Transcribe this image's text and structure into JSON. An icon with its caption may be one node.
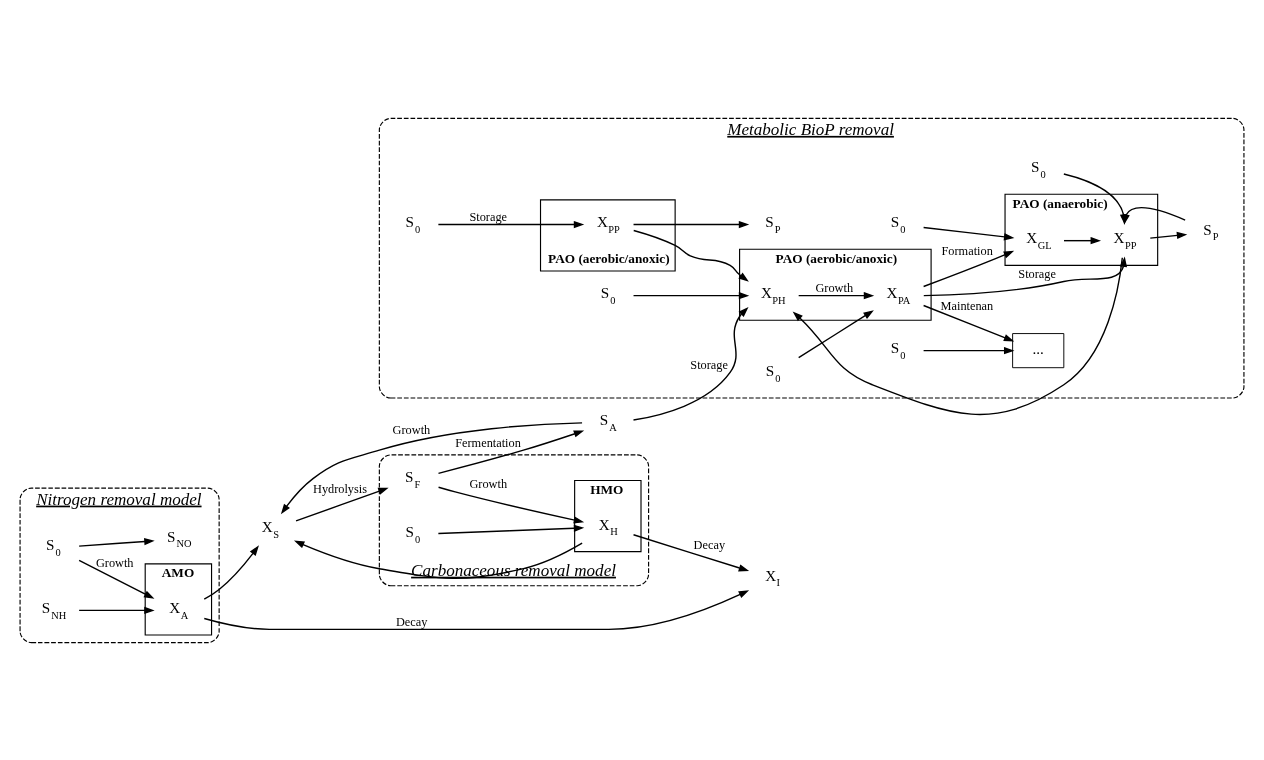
{
  "diagram": {
    "nodes": [
      {
        "text": [
          "Nitrogen removal model"
        ]
      },
      {
        "text": [
          "AMO"
        ],
        "in": 0
      },
      {
        "text": [
          "S$_{0}$"
        ],
        "in": 0
      },
      {
        "text": [
          "S$_{NH}$"
        ],
        "in": 0
      },
      {
        "text": [
          "S$_{NO}$"
        ],
        "in": 0
      },
      {
        "text": [
          "X$_{A}$"
        ],
        "in": 1
      },
      {
        "text": [
          "Carbonaceous removal model"
        ]
      },
      {
        "text": [
          "HMO"
        ],
        "in": 6
      },
      {
        "text": [
          "X$_{H}$"
        ],
        "in": 7
      },
      {
        "text": [
          "S$_{0}$"
        ],
        "in": 6
      },
      {
        "text": [
          "S$_{F}$"
        ],
        "in": 6
      },
      {
        "text": [
          "S$_{A}$"
        ]
      },
      {
        "text": [
          "X$_{I}$"
        ]
      },
      {
        "text": [
          "X$_{S}$"
        ]
      },
      {
        "text": [
          "Metabolic BioP removal"
        ]
      },
      {
        "text": [
          "PAO (anaerobic)"
        ],
        "in": 14
      },
      {
        "text": [
          "X$_{PP}$"
        ],
        "in": 15
      },
      {
        "text": [
          "X$_{GL}$"
        ],
        "in": 15
      },
      {
        "text": [
          "S$_{P}$"
        ],
        "in": 14
      },
      {
        "text": [
          "S$_{0}$"
        ],
        "in": 14
      },
      {
        "text": [
          "PAO (aerobic/anoxic)"
        ],
        "in": 14
      },
      {
        "text": [
          "X$_{PH}$"
        ],
        "in": 20
      },
      {
        "text": [
          "X$_{PA}$"
        ],
        "in": 20
      },
      {
        "text": [
          "S$_{0}$"
        ],
        "in": 14
      },
      {
        "text": [
          "S$_{0}$"
        ],
        "in": 14
      },
      {
        "text": [
          "..."
        ],
        "in": 14
      },
      {
        "text": [
          "S$_{0}$"
        ],
        "in": 14
      },
      {
        "text": [
          "S$_{0}$"
        ],
        "in": 14
      },
      {
        "text": [
          "S$_{P}$"
        ],
        "in": 14
      },
      {
        "text": [
          "PAO (aerobic/anoxic)"
        ],
        "in": 14
      },
      {
        "text": [
          "X$_{PP}$"
        ],
        "in": 29
      },
      {
        "text": [
          "S$_{0}$"
        ],
        "in": 14
      }
    ],
    "edges": [
      {
        "from": 2,
        "to": 5,
        "arrow": "to",
        "label": "Growth"
      },
      {
        "from": 3,
        "to": 5,
        "arrow": "to"
      },
      {
        "from": 2,
        "to": 4,
        "arrow": "to"
      },
      {
        "from": 5,
        "to": 12,
        "arrow": "to",
        "label": "Decay"
      },
      {
        "from": 5,
        "to": 13,
        "arrow": "to"
      },
      {
        "from": 8,
        "to": 12,
        "arrow": "to",
        "label": "Decay"
      },
      {
        "from": 8,
        "to": 13,
        "arrow": "to"
      },
      {
        "from": 13,
        "to": 10,
        "arrow": "to",
        "label": "Hydrolysis"
      },
      {
        "from": 10,
        "to": 11,
        "arrow": "to",
        "label": "Fermentation"
      },
      {
        "from": 10,
        "to": 8,
        "arrow": "to",
        "label": "Growth"
      },
      {
        "from": 9,
        "to": 8,
        "arrow": "to"
      },
      {
        "from": 11,
        "to": 13,
        "arrow": "to",
        "label": "Growth"
      },
      {
        "from": 11,
        "to": 21,
        "arrow": "to",
        "label": "Storage"
      },
      {
        "from": 23,
        "to": 21,
        "arrow": "to"
      },
      {
        "from": 16,
        "to": 21,
        "arrow": "to"
      },
      {
        "from": 17,
        "to": 16,
        "arrow": "to"
      },
      {
        "from": 16,
        "to": 18,
        "arrow": "to"
      },
      {
        "from": 18,
        "to": 16,
        "arrow": "to"
      },
      {
        "from": 19,
        "to": 16,
        "arrow": "to"
      },
      {
        "from": 22,
        "to": 16,
        "arrow": "to",
        "label": "Storage"
      },
      {
        "from": 22,
        "to": 17,
        "arrow": "to",
        "label": "Formation"
      },
      {
        "from": 24,
        "to": 17,
        "arrow": "to"
      },
      {
        "from": 21,
        "to": 22,
        "arrow": "to",
        "label": "Growth"
      },
      {
        "from": 27,
        "to": 22,
        "arrow": "to"
      },
      {
        "from": 22,
        "to": 25,
        "arrow": "to",
        "label": "Maintenan"
      },
      {
        "from": 26,
        "to": 25,
        "arrow": "to"
      },
      {
        "from": 30,
        "to": 21,
        "arrow": "to"
      },
      {
        "from": 30,
        "to": 28,
        "arrow": "to"
      },
      {
        "from": 31,
        "to": 30,
        "arrow": "to",
        "label": "Storage"
      }
    ]
  }
}
